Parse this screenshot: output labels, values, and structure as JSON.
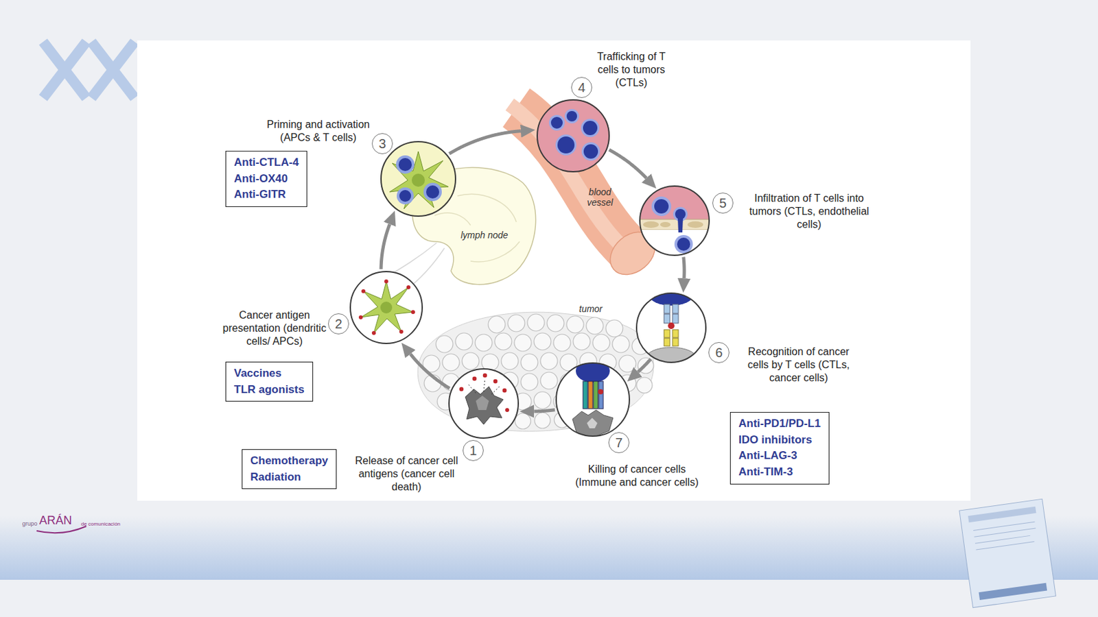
{
  "diagram": {
    "nodes": [
      {
        "text": [
          "Release of cancer cell antigens (cancer cell death)"
        ]
      },
      {
        "text": [
          "1"
        ]
      },
      {
        "text": [
          "Chemotherapy",
          "Radiation"
        ]
      },
      {
        "text": [
          "Cancer antigen presentation (dendritic cells/ APCs)"
        ]
      },
      {
        "text": [
          "2"
        ]
      },
      {
        "text": [
          "Vaccines",
          "TLR agonists"
        ]
      },
      {
        "text": [
          "Priming and activation (APCs & T cells)"
        ]
      },
      {
        "text": [
          "3"
        ]
      },
      {
        "text": [
          "Anti-CTLA-4",
          "Anti-OX40",
          "Anti-GITR"
        ]
      },
      {
        "text": [
          "Trafficking of T cells to tumors (CTLs)"
        ]
      },
      {
        "text": [
          "4"
        ]
      },
      {
        "text": [
          "Infiltration of T cells into tumors (CTLs, endothelial cells)"
        ]
      },
      {
        "text": [
          "5"
        ]
      },
      {
        "text": [
          "Recognition of cancer cells by T cells (CTLs, cancer cells)"
        ]
      },
      {
        "text": [
          "6"
        ]
      },
      {
        "text": [
          "Anti-PD1/PD-L1",
          "IDO inhibitors",
          "Anti-LAG-3",
          "Anti-TIM-3"
        ]
      },
      {
        "text": [
          "Killing of cancer cells (Immune and cancer cells)"
        ]
      },
      {
        "text": [
          "7"
        ]
      }
    ],
    "edges": [
      {
        "from": 0,
        "to": 3,
        "arrow": "to"
      },
      {
        "from": 3,
        "to": 6,
        "arrow": "to"
      },
      {
        "from": 6,
        "to": 9,
        "arrow": "to"
      },
      {
        "from": 9,
        "to": 11,
        "arrow": "to"
      },
      {
        "from": 11,
        "to": 13,
        "arrow": "to"
      },
      {
        "from": 13,
        "to": 16,
        "arrow": "to"
      },
      {
        "from": 16,
        "to": 0,
        "arrow": "to"
      }
    ],
    "labels": [
      "lymph node",
      "blood vessel",
      "tumor",
      "grupo",
      "ARÁN",
      "de comunicación"
    ]
  }
}
